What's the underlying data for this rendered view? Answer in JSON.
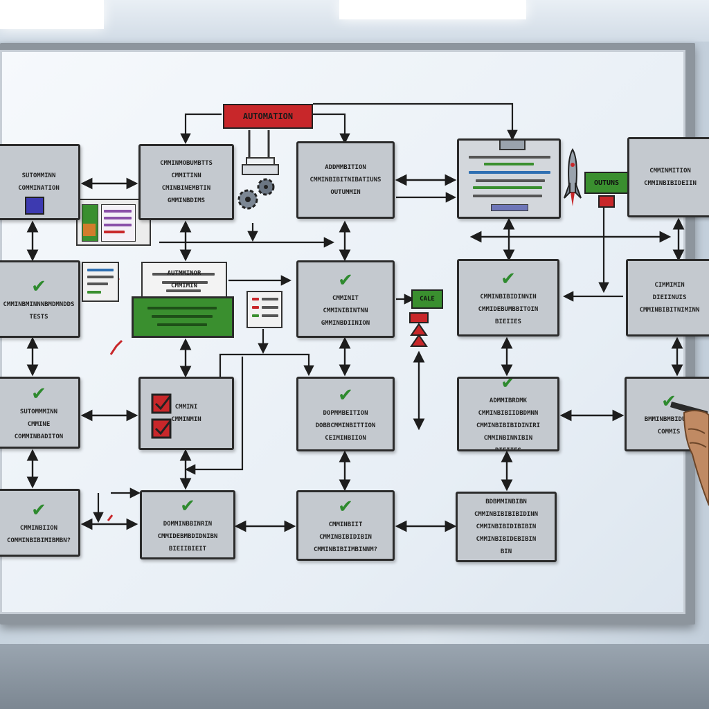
{
  "banner": {
    "label": "AUTOMATION",
    "color": "#c8272a"
  },
  "tags": {
    "green_right": "OUTUNS",
    "green_mid": "CALE"
  },
  "nodes": [
    {
      "id": "n1",
      "lines": [
        "SUTOMMINN",
        "COMMINATION"
      ],
      "check": false
    },
    {
      "id": "n2",
      "lines": [
        "CMMINMOBUMBTTS",
        "CMMITINN",
        "CMINBINEMBTIN",
        "GMMINBDIMS"
      ],
      "check": false
    },
    {
      "id": "n3",
      "lines": [
        "ADDMMBITION",
        "CMMINBIBITNIBATIUNS",
        "OUTUMMIN"
      ],
      "check": false
    },
    {
      "id": "n5",
      "lines": [
        "CMMINMITION",
        "CMMINBIBIDEIIN"
      ],
      "check": false
    },
    {
      "id": "n6",
      "lines": [
        "CMMINBMINNNBMDMNDDS",
        "TESTS"
      ],
      "check": true
    },
    {
      "id": "n7",
      "lines": [
        "AUTMMINOR",
        "CMMIMIN"
      ],
      "check": false
    },
    {
      "id": "n8",
      "lines": [
        "CMMINIT",
        "CMMINIBINTNN",
        "GMMINBDIINION"
      ],
      "check": true
    },
    {
      "id": "n9",
      "lines": [
        "CMMINBIBIDINNIN",
        "CMMIDEBUMBBITOIN",
        "BIEIIES"
      ],
      "check": true
    },
    {
      "id": "n10",
      "lines": [
        "CIMMIMIN",
        "DIEIINUIS",
        "CMMINBIBITNIMINN"
      ],
      "check": false
    },
    {
      "id": "n11",
      "lines": [
        "SUTOMMMINN",
        "CMMINE",
        "COMMINBADITON"
      ],
      "check": true
    },
    {
      "id": "n12",
      "lines": [
        "CMMINI",
        "CMMINMIN"
      ],
      "check": false
    },
    {
      "id": "n13",
      "lines": [
        "DOPMMBEITION",
        "DOBBCMMINBITTION",
        "CEIMINBIION"
      ],
      "check": true
    },
    {
      "id": "n14",
      "lines": [
        "ADMMIBRDMK",
        "CMMINBIBIIDBDMNN",
        "CMMINBIBIBIDINIRI",
        "CMMINBINNIBIN",
        "BIEIIES"
      ],
      "check": true
    },
    {
      "id": "n15",
      "lines": [
        "BMMINBMBIDUIN",
        "COMMIS"
      ],
      "check": true
    },
    {
      "id": "n16",
      "lines": [
        "CMMINBIION",
        "COMMINBIBIMIBMBN?"
      ],
      "check": true
    },
    {
      "id": "n17",
      "lines": [
        "DOMMINBBINRIN",
        "CMMIDEBMBDIDNIBN",
        "BIEIIBIEIT"
      ],
      "check": true
    },
    {
      "id": "n18",
      "lines": [
        "CMMINBIIT",
        "CMMINBIBIDIBIN",
        "CMMINBIBIIMBINNM?"
      ],
      "check": true
    },
    {
      "id": "n19",
      "lines": [
        "BDBMMINBIBN",
        "CMMINBIBIBIBIDINN",
        "CMMINBIBIDIBIBIN",
        "CMMINBIBIDEBIBIN",
        "BIN"
      ],
      "check": false
    }
  ],
  "colors": {
    "node_fill": "#c4c9cf",
    "node_border": "#2b2b2b",
    "check_green": "#2e8a2e",
    "tag_green": "#3a8f2f",
    "alert_red": "#c8272a"
  },
  "icons": [
    "check-icon",
    "gear-icon",
    "robot-arm-icon",
    "rocket-icon",
    "document-icon",
    "checkbox-icon",
    "marker-icon",
    "hand-icon"
  ]
}
